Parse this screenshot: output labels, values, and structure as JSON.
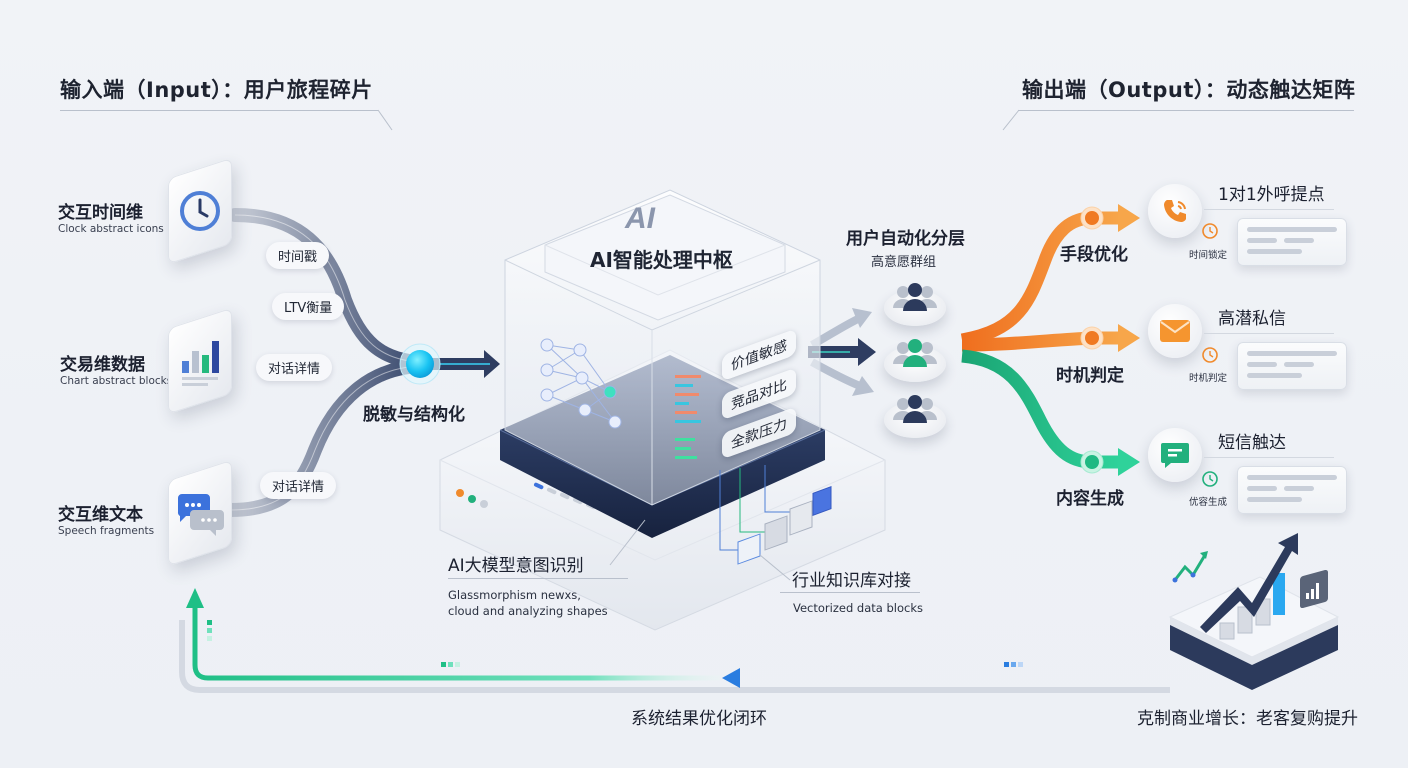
{
  "input_header": "输入端（Input）：用户旅程碎片",
  "output_header": "输出端（Output）：动态触达矩阵",
  "input_dimensions": [
    {
      "title": "交互时间维",
      "subtitle": "Clock abstract icons",
      "icon": "clock-icon"
    },
    {
      "title": "交易维数据",
      "subtitle": "Chart abstract blocks",
      "icon": "bar-chart-icon"
    },
    {
      "title": "交互维文本",
      "subtitle": "Speech fragments",
      "icon": "chat-bubbles-icon"
    }
  ],
  "flow_pills": [
    "时间戳",
    "LTV衡量",
    "对话详情",
    "对话详情"
  ],
  "merge_label": "脱敏与结构化",
  "core": {
    "logo": "AI",
    "title": "AI智能处理中枢",
    "tags": [
      "价值敏感",
      "竞品对比",
      "全款压力"
    ],
    "intent_title": "AI大模型意图识别",
    "intent_sub_line1": "Glassmorphism newxs,",
    "intent_sub_line2": "cloud and analyzing shapes",
    "kb_title": "行业知识库对接",
    "kb_sub": "Vectorized data blocks"
  },
  "segmentation": {
    "title": "用户自动化分层",
    "subtitle": "高意愿群组",
    "groups": [
      "group-1",
      "group-2",
      "group-3"
    ]
  },
  "branches": [
    {
      "label": "手段优化",
      "color": "#f08a2c"
    },
    {
      "label": "时机判定",
      "color": "#f08a2c"
    },
    {
      "label": "内容生成",
      "color": "#22b07d"
    }
  ],
  "outputs": [
    {
      "title": "1对1外呼提点",
      "tag": "时间锁定",
      "icon": "phone-icon",
      "color": "#f08a2c"
    },
    {
      "title": "高潜私信",
      "tag": "时机判定",
      "icon": "mail-icon",
      "color": "#f08a2c"
    },
    {
      "title": "短信触达",
      "tag": "优容生成",
      "icon": "message-icon",
      "color": "#22b07d"
    }
  ],
  "loop_label": "系统结果优化闭环",
  "growth_label": "克制商业增长：老客复购提升",
  "colors": {
    "navy": "#2c3a5c",
    "cyan": "#1cc6f0",
    "orange": "#f08a2c",
    "green": "#22b07d",
    "blue": "#2a7de0"
  }
}
